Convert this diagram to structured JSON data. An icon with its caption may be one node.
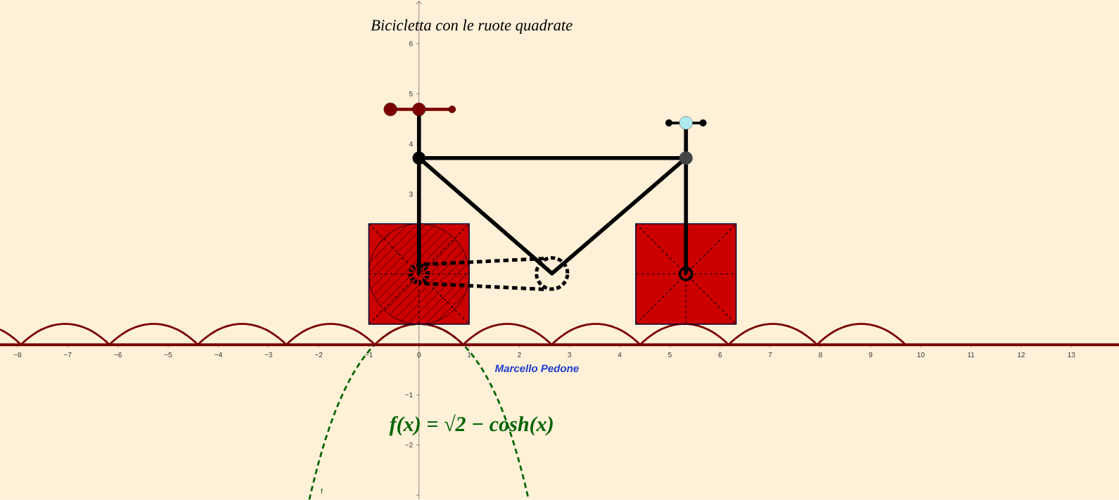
{
  "diagram": {
    "title": "Bicicletta con le ruote quadrate",
    "labels": [
      "6",
      "5",
      "4",
      "3",
      "−8",
      "−7",
      "−6",
      "−5",
      "−4",
      "−3",
      "−2",
      "−1",
      "0",
      "1",
      "2",
      "3",
      "4",
      "5",
      "6",
      "7",
      "8",
      "9",
      "10",
      "11",
      "12",
      "13",
      "Marcello Pedone",
      "−1",
      "f(x) = √2 − cosh(x)",
      "−2",
      "f"
    ]
  }
}
